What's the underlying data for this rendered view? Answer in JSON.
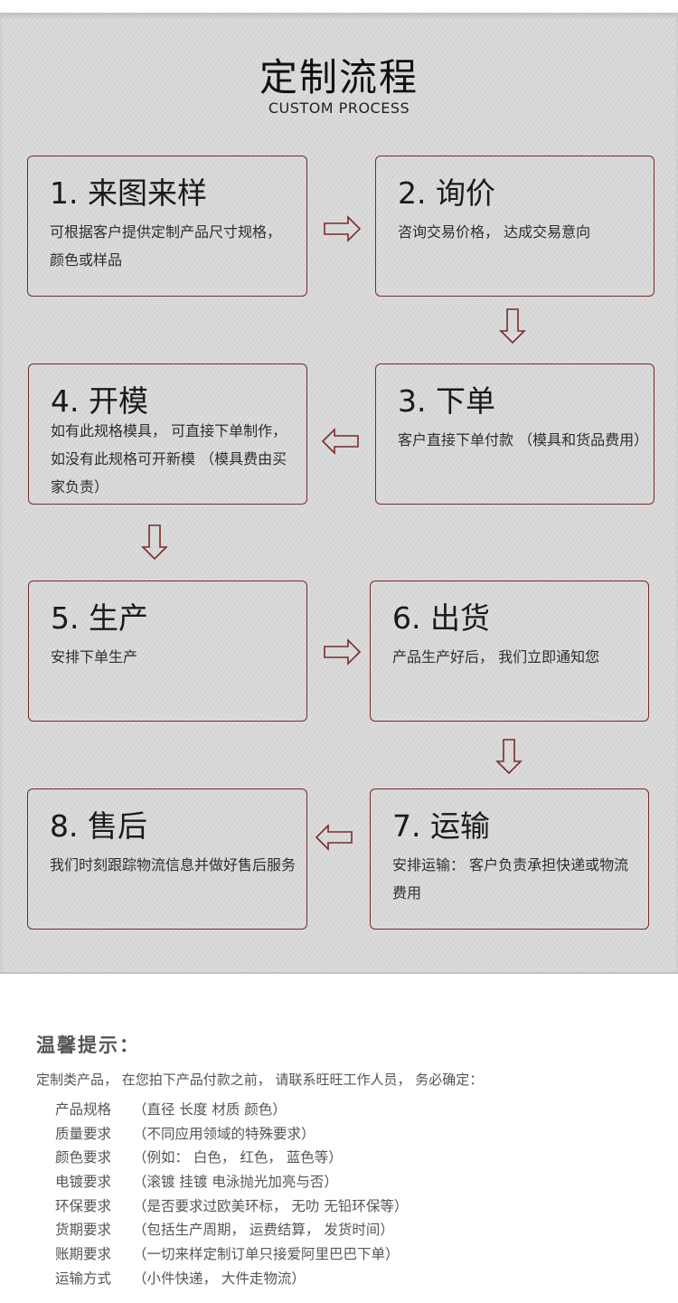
{
  "header": {
    "title": "定制流程",
    "subtitle": "CUSTOM PROCESS"
  },
  "steps": [
    {
      "title": "1. 来图来样",
      "desc": "可根据客户提供定制产品尺寸规格， 颜色或样品"
    },
    {
      "title": "2. 询价",
      "desc": "咨询交易价格， 达成交易意向"
    },
    {
      "title": "3. 下单",
      "desc": "客户直接下单付款 （模具和货品费用）"
    },
    {
      "title": "4. 开模",
      "desc": "如有此规格模具， 可直接下单制作， 如没有此规格可开新模 （模具费由买家负责）"
    },
    {
      "title": "5. 生产",
      "desc": "安排下单生产"
    },
    {
      "title": "6. 出货",
      "desc": "产品生产好后， 我们立即通知您"
    },
    {
      "title": "7. 运输",
      "desc": "安排运输： 客户负责承担快递或物流费用"
    },
    {
      "title": "8. 售后",
      "desc": "我们时刻跟踪物流信息并做好售后服务"
    }
  ],
  "tips": {
    "title": "温馨提示：",
    "intro": "定制类产品， 在您拍下产品付款之前， 请联系旺旺工作人员， 务必确定：",
    "items": [
      {
        "label": "产品规格",
        "value": "（直径 长度 材质 颜色）"
      },
      {
        "label": "质量要求",
        "value": "（不同应用领域的特殊要求）"
      },
      {
        "label": "颜色要求",
        "value": "（例如： 白色， 红色， 蓝色等）"
      },
      {
        "label": "电镀要求",
        "value": "（滚镀 挂镀 电泳抛光加亮与否）"
      },
      {
        "label": "环保要求",
        "value": "（是否要求过欧美环标， 无叻 无铅环保等）"
      },
      {
        "label": "货期要求",
        "value": "（包括生产周期， 运费结算， 发货时间）"
      },
      {
        "label": "账期要求",
        "value": "（一切来样定制订单只接爱阿里巴巴下单）"
      },
      {
        "label": "运输方式",
        "value": "（小件快递， 大件走物流）"
      }
    ]
  },
  "colors": {
    "box_border": "#7a2a2a",
    "arrow_stroke": "#7a2a2a",
    "panel_bg": "#d9d9d9"
  },
  "icons": {
    "arrow_right": "arrow-right-icon",
    "arrow_down": "arrow-down-icon",
    "arrow_left": "arrow-left-icon"
  }
}
